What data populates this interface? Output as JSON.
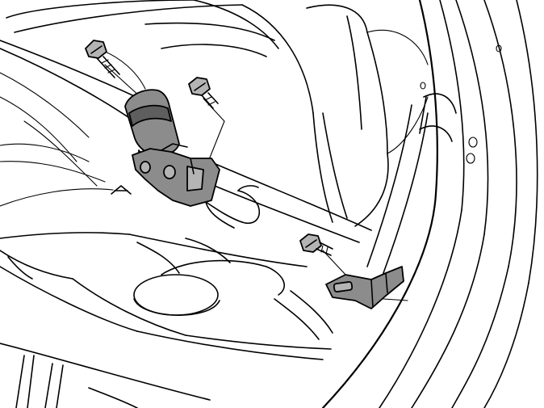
{
  "colors": {
    "background": "#ffffff",
    "line": "#000000",
    "part_fill": "#8c8c8c",
    "part_fill_dark": "#5e5e5e",
    "part_fill_light": "#b4b4b4"
  },
  "parts": [
    {
      "name": "seat-belt-buckle",
      "depicted": "buckle-icon"
    },
    {
      "name": "buckle-bolt-upper",
      "depicted": "bolt-icon"
    },
    {
      "name": "buckle-bolt-lower",
      "depicted": "bolt-icon"
    },
    {
      "name": "anchor-bolt",
      "depicted": "bolt-icon"
    },
    {
      "name": "anchor-plate",
      "depicted": "bracket-icon"
    }
  ]
}
